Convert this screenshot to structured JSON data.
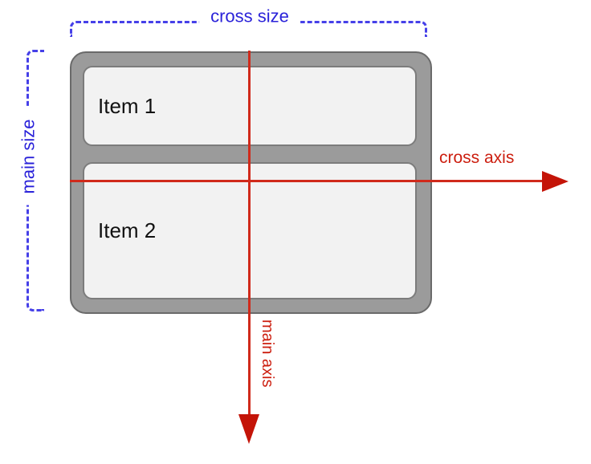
{
  "annotations": {
    "cross_size": {
      "label": "cross size",
      "color": "#2a22d9"
    },
    "main_size": {
      "label": "main size",
      "color": "#2a22d9"
    },
    "cross_axis": {
      "label": "cross axis",
      "color": "#cc1e0f"
    },
    "main_axis": {
      "label": "main axis",
      "color": "#cc1e0f"
    }
  },
  "flex_container": {
    "items": [
      {
        "label": "Item 1"
      },
      {
        "label": "Item 2"
      }
    ]
  },
  "colors": {
    "background": "#ffffff",
    "blue_accent": "#2a22d9",
    "blue_dash": "#4640e8",
    "red_accent": "#cc1e0f",
    "red_line": "#d02a1b",
    "red_arrow": "#c41408",
    "container_fill": "#9b9b9b",
    "container_border": "#6a6a6a",
    "item_fill": "#f2f2f2",
    "item_border": "#7c7c7c",
    "item_text": "#111111"
  }
}
